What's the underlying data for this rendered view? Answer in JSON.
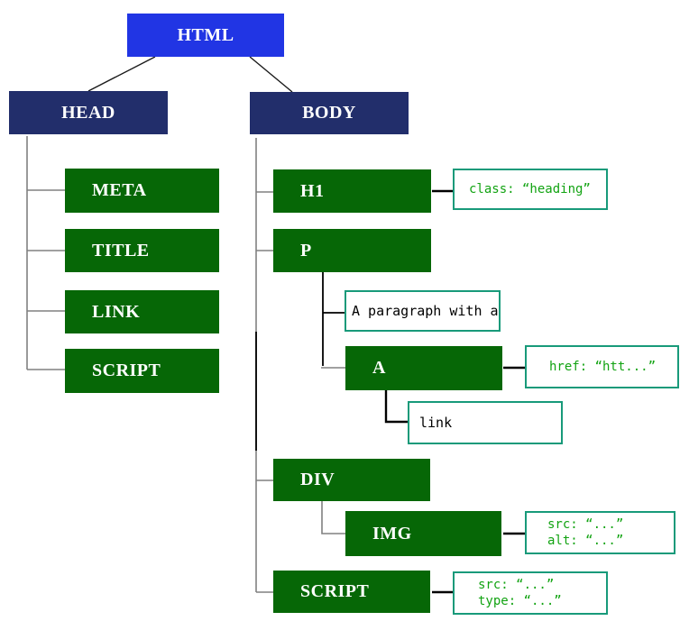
{
  "nodes": {
    "html": {
      "label": "HTML"
    },
    "head": {
      "label": "HEAD"
    },
    "body": {
      "label": "BODY"
    },
    "meta": {
      "label": "META"
    },
    "title": {
      "label": "TITLE"
    },
    "link": {
      "label": "LINK"
    },
    "script_head": {
      "label": "SCRIPT"
    },
    "h1": {
      "label": "H1"
    },
    "p": {
      "label": "P"
    },
    "a": {
      "label": "A"
    },
    "div": {
      "label": "DIV"
    },
    "img": {
      "label": "IMG"
    },
    "script_body": {
      "label": "SCRIPT"
    }
  },
  "text_nodes": {
    "paragraph": {
      "label": "A paragraph with a"
    },
    "link": {
      "label": "link"
    }
  },
  "attributes": {
    "h1": {
      "line1": "class: “heading”"
    },
    "a": {
      "line1": "href: “htt...”"
    },
    "img": {
      "line1": "src: “...”",
      "line2": "alt: “...”"
    },
    "script": {
      "line1": "src: “...”",
      "line2": "type: “...”"
    }
  },
  "colors": {
    "root_fill": "#2135e4",
    "section_fill": "#222e6b",
    "element_fill": "#066706",
    "annotation_border": "#189a7a",
    "annotation_text": "#12a312",
    "text_node_text": "#000000",
    "connector_gray": "#808080",
    "connector_black": "#000000"
  }
}
